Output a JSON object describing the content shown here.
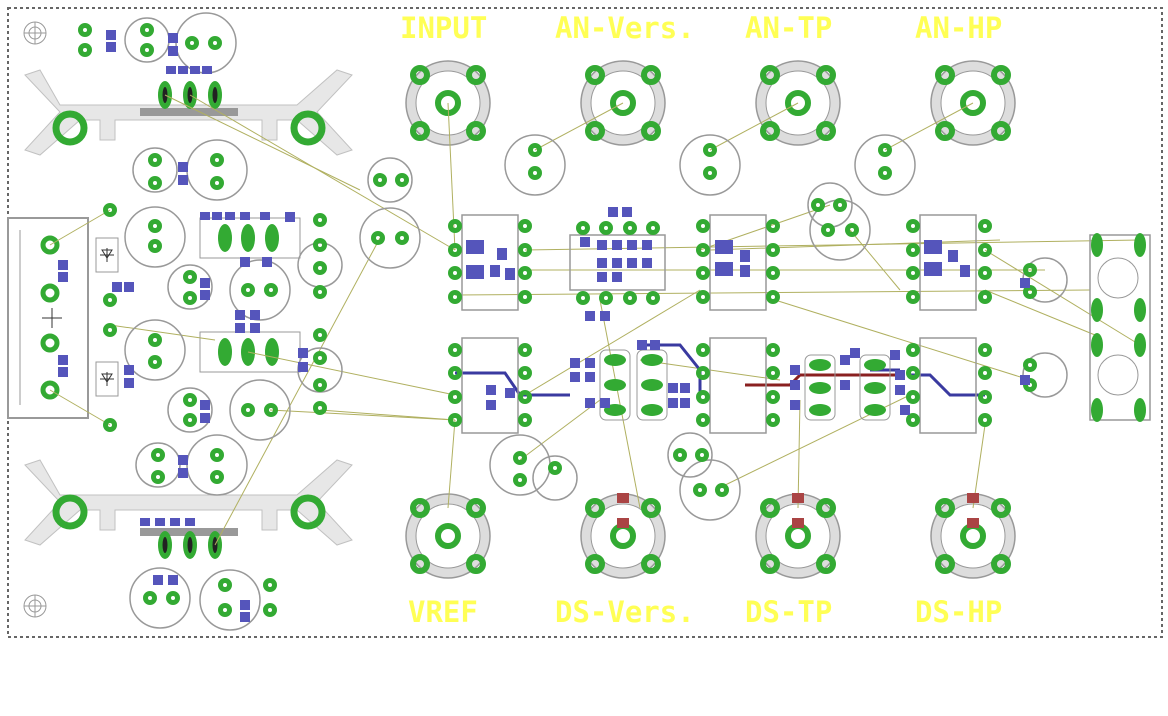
{
  "labels": {
    "top": [
      "INPUT",
      "AN-Vers.",
      "AN-TP",
      "AN-HP"
    ],
    "bottom": [
      "VREF",
      "DS-Vers.",
      "DS-TP",
      "DS-HP"
    ]
  },
  "colors": {
    "pad": "#33aa33",
    "smd": "#5555bb",
    "smd_red": "#aa4444",
    "silk": "#b0b0b0",
    "ratsnest": "#b0b060",
    "trace": "#3a3aa0",
    "label": "#ffff55",
    "outline": "#666666"
  },
  "icons": [
    "mounting-hole-icon",
    "heatsink-icon",
    "bnc-connector-icon",
    "ic-footprint-icon",
    "capacitor-icon",
    "diode-icon"
  ]
}
